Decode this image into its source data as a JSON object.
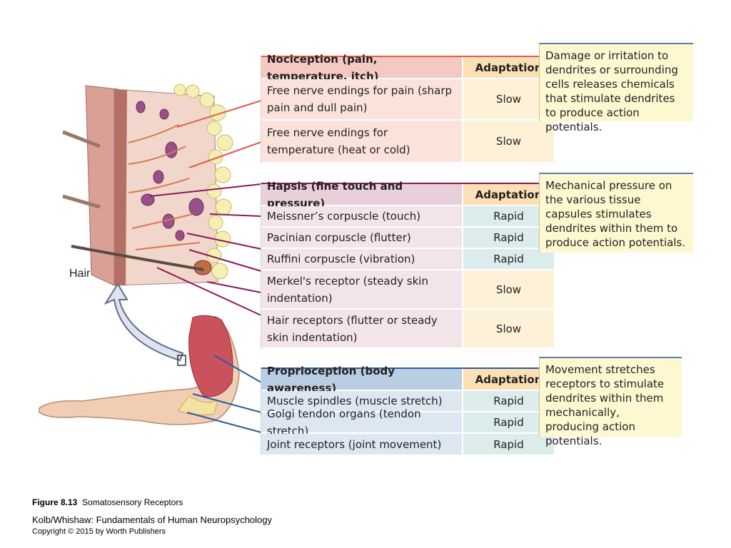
{
  "illustration": {
    "hair_label": "Hair"
  },
  "sections": [
    {
      "header": "Nociception (pain, temperature, itch)",
      "adaptation_label": "Adaptation",
      "rows": [
        {
          "receptor": "Free nerve endings for pain (sharp pain and dull pain)",
          "adaptation": "Slow"
        },
        {
          "receptor": "Free nerve endings for temperature (heat or cold)",
          "adaptation": "Slow"
        }
      ],
      "note": "Damage or irritation to dendrites or surrounding cells releases chemicals that stimulate dendrites to produce action potentials."
    },
    {
      "header": "Hapsis (fine touch and pressure)",
      "adaptation_label": "Adaptation",
      "rows": [
        {
          "receptor": "Meissner’s corpuscle (touch)",
          "adaptation": "Rapid"
        },
        {
          "receptor": "Pacinian corpuscle (flutter)",
          "adaptation": "Rapid"
        },
        {
          "receptor": "Ruffini corpuscle (vibration)",
          "adaptation": "Rapid"
        },
        {
          "receptor": "Merkel's receptor (steady skin indentation)",
          "adaptation": "Slow"
        },
        {
          "receptor": "Hair receptors (flutter or steady skin indentation)",
          "adaptation": "Slow"
        }
      ],
      "note": "Mechanical pressure on the various tissue capsules stimulates dendrites within them to produce action potentials."
    },
    {
      "header": "Proprioception (body awareness)",
      "adaptation_label": "Adaptation",
      "rows": [
        {
          "receptor": "Muscle spindles (muscle stretch)",
          "adaptation": "Rapid"
        },
        {
          "receptor": "Golgi tendon organs (tendon stretch)",
          "adaptation": "Rapid"
        },
        {
          "receptor": "Joint receptors (joint movement)",
          "adaptation": "Rapid"
        }
      ],
      "note": "Movement stretches receptors to stimulate dendrites within them mechanically, producing action potentials."
    }
  ],
  "colors": {
    "noci_header": "#f3c9c2",
    "noci_row": "#fbe3dc",
    "noci_line": "#e8594a",
    "hapsis_header": "#e8cfd9",
    "hapsis_row": "#f3e4ea",
    "hapsis_line": "#8b1a5c",
    "proprio_header": "#b9cde3",
    "proprio_row": "#dde7f1",
    "proprio_line": "#2a5d9a",
    "adapt_header": "#fce0b5",
    "adapt_slow": "#fdf1d8",
    "adapt_rapid": "#dcebeb",
    "note_bg": "#fdf8d0"
  },
  "caption": {
    "figure_number": "Figure 8.13",
    "figure_title": "Somatosensory Receptors",
    "book": "Kolb/Whishaw: Fundamentals of Human Neuropsychology",
    "copyright": "Copyright © 2015 by Worth Publishers"
  }
}
